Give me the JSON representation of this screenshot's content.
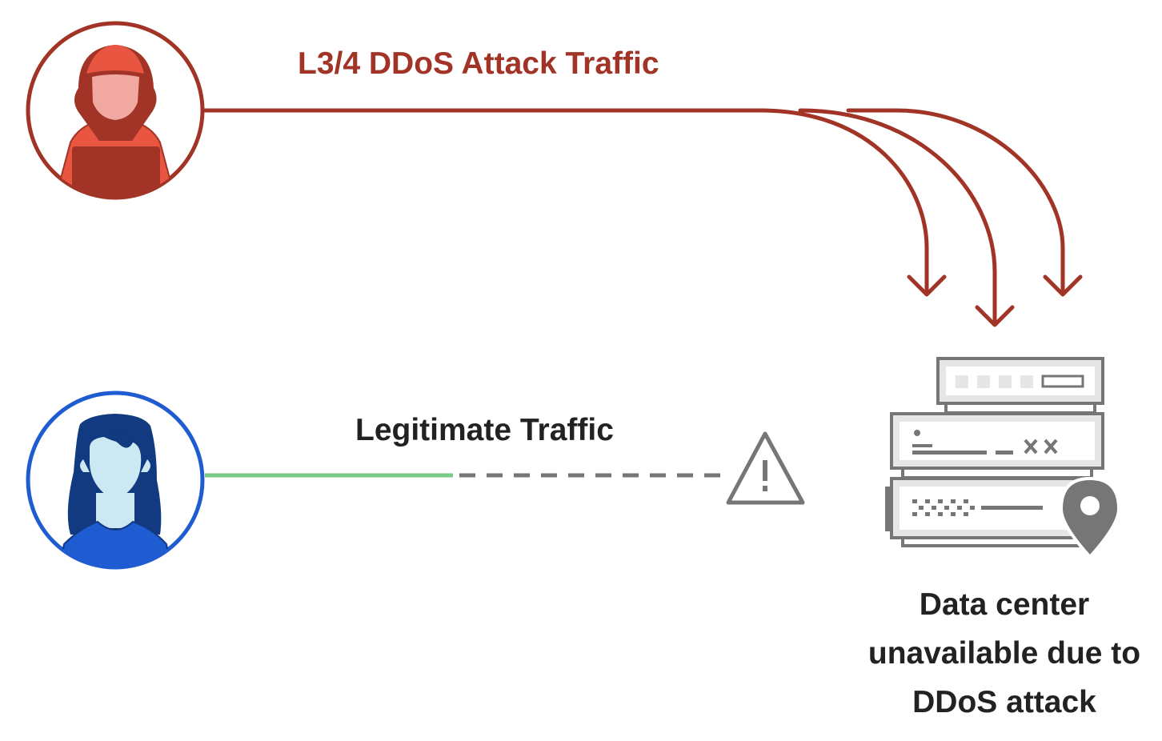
{
  "diagram": {
    "attack_label": "L3/4 DDoS Attack Traffic",
    "legit_label": "Legitimate Traffic",
    "datacenter_label": "Data center unavailable due to DDoS attack",
    "attacker": {
      "icon": "hooded-attacker-icon"
    },
    "user": {
      "icon": "user-woman-icon"
    },
    "warning": {
      "icon": "warning-triangle-icon"
    },
    "datacenter": {
      "icon": "server-stack-icon",
      "marker": "location-pin-icon"
    },
    "colors": {
      "attack": "#a13426",
      "attack_light": "#e85540",
      "attack_face": "#f0a8a0",
      "user_ring": "#1f5bd1",
      "user_hair": "#113a80",
      "user_skin": "#cce8f2",
      "legit_line": "#7ac987",
      "neutral": "#767676",
      "neutral_light": "#e6e6e6"
    }
  }
}
